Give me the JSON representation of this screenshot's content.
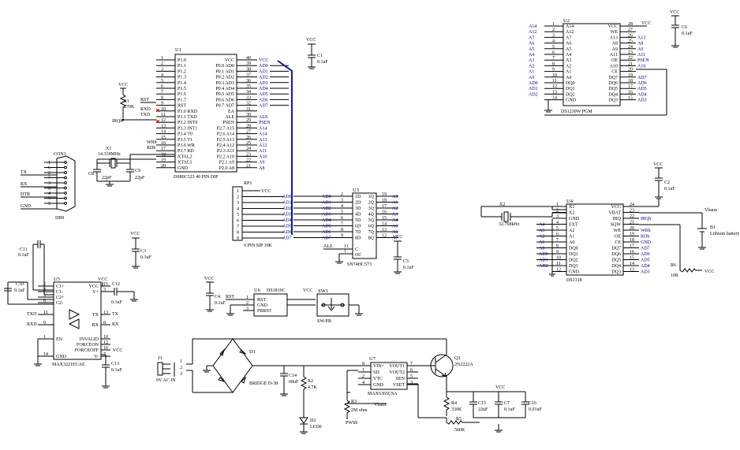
{
  "u1": {
    "ref": "U1",
    "part": "DS80C323 40 PIN DIP",
    "left_pins": [
      {
        "n": "1",
        "name": "P1.0"
      },
      {
        "n": "2",
        "name": "P1.1"
      },
      {
        "n": "3",
        "name": "P1.2"
      },
      {
        "n": "4",
        "name": "P1.3"
      },
      {
        "n": "5",
        "name": "P1.4"
      },
      {
        "n": "6",
        "name": "P1.5"
      },
      {
        "n": "7",
        "name": "P1.6"
      },
      {
        "n": "8",
        "name": "P1.7"
      },
      {
        "n": "9",
        "name": "RST"
      },
      {
        "n": "10",
        "name": "P3.0 RXD"
      },
      {
        "n": "11",
        "name": "P3.1 TXD"
      },
      {
        "n": "12",
        "name": "P3.2 INT0"
      },
      {
        "n": "13",
        "name": "P3.3 INT1"
      },
      {
        "n": "14",
        "name": "P3.4 T0"
      },
      {
        "n": "15",
        "name": "P3.5 T1"
      },
      {
        "n": "16",
        "name": "P3.6 WR"
      },
      {
        "n": "17",
        "name": "P3.7 RD"
      },
      {
        "n": "18",
        "name": "XTAL2"
      },
      {
        "n": "19",
        "name": "XTAL1"
      },
      {
        "n": "20",
        "name": "GND"
      }
    ],
    "right_pins": [
      {
        "n": "40",
        "name": "VCC",
        "net": "VCC"
      },
      {
        "n": "39",
        "name": "P0.0 AD0",
        "net": "AD0"
      },
      {
        "n": "38",
        "name": "P0.1 AD1",
        "net": "AD1"
      },
      {
        "n": "37",
        "name": "P0.2 AD2",
        "net": "AD2"
      },
      {
        "n": "36",
        "name": "P0.3 AD3",
        "net": "AD3"
      },
      {
        "n": "35",
        "name": "P0.4 AD4",
        "net": "AD4"
      },
      {
        "n": "34",
        "name": "P0.5 AD5",
        "net": "AD5"
      },
      {
        "n": "33",
        "name": "P0.6 AD6",
        "net": "AD6"
      },
      {
        "n": "32",
        "name": "P0.7 AD7",
        "net": "AD7"
      },
      {
        "n": "31",
        "name": "EA",
        "net": ""
      },
      {
        "n": "30",
        "name": "ALE",
        "net": "ALE"
      },
      {
        "n": "29",
        "name": "PSEN",
        "net": "PSEN"
      },
      {
        "n": "28",
        "name": "P2.7 A15",
        "net": "A14"
      },
      {
        "n": "27",
        "name": "P2.6 A14",
        "net": "A14"
      },
      {
        "n": "26",
        "name": "P2.5 A13",
        "net": "A13"
      },
      {
        "n": "25",
        "name": "P2.4 A12",
        "net": "A12"
      },
      {
        "n": "24",
        "name": "P2.3 A11",
        "net": "A11"
      },
      {
        "n": "23",
        "name": "P2.2 A10",
        "net": "A10"
      },
      {
        "n": "22",
        "name": "P2.1 A9",
        "net": "A9"
      },
      {
        "n": "21",
        "name": "P2.0 A8",
        "net": "A8"
      }
    ],
    "left_nets": {
      "rst": "RST",
      "rxd": "RXD",
      "txd": "TXD",
      "wrb": "WRb",
      "rdb": "RDb"
    },
    "irq": "IRQb"
  },
  "r1": {
    "ref": "R1",
    "value": "270K",
    "vcc": "VCC"
  },
  "c1": {
    "ref": "C1",
    "value": "0.1uF",
    "vcc": "VCC"
  },
  "x1": {
    "ref": "X1",
    "value": "14.318MHz"
  },
  "c8": {
    "ref": "C8",
    "value": "22pF"
  },
  "c9": {
    "ref": "C9",
    "value": "22pF"
  },
  "con1": {
    "ref": "CON1",
    "part": "DB9",
    "pins": [
      "1",
      "6",
      "2",
      "7",
      "3",
      "8",
      "4",
      "9",
      "5"
    ],
    "nets": [
      "TX",
      "RX",
      "DTR",
      "GND"
    ]
  },
  "rp1": {
    "ref": "RP1",
    "part": "9 PIN SIP 10K",
    "vcc": "VCC",
    "pins": [
      "1",
      "2",
      "3",
      "4",
      "5",
      "6",
      "7",
      "8",
      "9"
    ]
  },
  "u3": {
    "ref": "U3",
    "part": "SN74HC573",
    "d_pins": [
      {
        "n": "2",
        "name": "1D"
      },
      {
        "n": "3",
        "name": "2D"
      },
      {
        "n": "4",
        "name": "3D"
      },
      {
        "n": "5",
        "name": "4D"
      },
      {
        "n": "6",
        "name": "5D"
      },
      {
        "n": "7",
        "name": "6D"
      },
      {
        "n": "8",
        "name": "7D"
      },
      {
        "n": "9",
        "name": "8D"
      }
    ],
    "q_pins": [
      {
        "n": "19",
        "name": "1Q"
      },
      {
        "n": "18",
        "name": "2Q"
      },
      {
        "n": "17",
        "name": "3Q"
      },
      {
        "n": "16",
        "name": "4Q"
      },
      {
        "n": "15",
        "name": "5Q"
      },
      {
        "n": "14",
        "name": "6Q"
      },
      {
        "n": "13",
        "name": "7Q"
      },
      {
        "n": "12",
        "name": "8Q"
      }
    ],
    "c_pin": {
      "n": "11",
      "name": "C"
    },
    "oc_pin": {
      "n": "1",
      "name": "OC"
    },
    "ad_nets": [
      "AD0",
      "AD1",
      "AD2",
      "AD3",
      "AD4",
      "AD5",
      "AD6",
      "AD7"
    ],
    "a_nets": [
      "A0",
      "A1",
      "A2",
      "A3",
      "A4",
      "A5",
      "A6",
      "A7"
    ],
    "ale": "ALE"
  },
  "c5": {
    "ref": "C5",
    "value": "0.1uF",
    "vcc": "VCC"
  },
  "u2": {
    "ref": "U2",
    "part": "DS1230W PGM",
    "left_nets": [
      "A14",
      "A12",
      "A7",
      "A6",
      "A5",
      "A4",
      "A3",
      "A2",
      "A1",
      "A0",
      "AD0",
      "AD1",
      "AD2",
      ""
    ],
    "left_pins": [
      {
        "n": "1",
        "name": "A14"
      },
      {
        "n": "2",
        "name": "A12"
      },
      {
        "n": "3",
        "name": "A7"
      },
      {
        "n": "4",
        "name": "A6"
      },
      {
        "n": "5",
        "name": "A5"
      },
      {
        "n": "6",
        "name": "A4"
      },
      {
        "n": "7",
        "name": "A3"
      },
      {
        "n": "8",
        "name": "A2"
      },
      {
        "n": "9",
        "name": "A1"
      },
      {
        "n": "10",
        "name": "A0"
      },
      {
        "n": "11",
        "name": "DQ0"
      },
      {
        "n": "12",
        "name": "DQ1"
      },
      {
        "n": "13",
        "name": "DQ2"
      },
      {
        "n": "14",
        "name": "GND"
      }
    ],
    "right_pins": [
      {
        "n": "28",
        "name": "VCC"
      },
      {
        "n": "27",
        "name": "WE"
      },
      {
        "n": "26",
        "name": "A13"
      },
      {
        "n": "25",
        "name": "A8"
      },
      {
        "n": "24",
        "name": "A9"
      },
      {
        "n": "23",
        "name": "A11"
      },
      {
        "n": "22",
        "name": "OE"
      },
      {
        "n": "21",
        "name": "A10"
      },
      {
        "n": "20",
        "name": "CE"
      },
      {
        "n": "19",
        "name": "DQ7"
      },
      {
        "n": "18",
        "name": "DQ6"
      },
      {
        "n": "17",
        "name": "DQ5"
      },
      {
        "n": "16",
        "name": "DQ4"
      },
      {
        "n": "15",
        "name": "DQ3"
      }
    ],
    "right_nets": [
      "VCC",
      "",
      "A13",
      "A8",
      "A9",
      "A11",
      "PSEN",
      "A10",
      "",
      "AD7",
      "AD6",
      "AD5",
      "AD4",
      "AD3"
    ]
  },
  "c6": {
    "ref": "C6",
    "value": "0.1uF",
    "vcc": "VCC"
  },
  "c2": {
    "ref": "C2",
    "value": "0.1uF",
    "vcc": "VCC"
  },
  "x2": {
    "ref": "X2",
    "value": "32.768kHz"
  },
  "u4": {
    "ref": "U4",
    "part": "DS1318",
    "left_pins": [
      {
        "n": "1",
        "name": "X1"
      },
      {
        "n": "2",
        "name": "X2"
      },
      {
        "n": "3",
        "name": "GND"
      },
      {
        "n": "4",
        "name": "EXT"
      },
      {
        "n": "5",
        "name": "A2"
      },
      {
        "n": "6",
        "name": "A1"
      },
      {
        "n": "7",
        "name": "A0"
      },
      {
        "n": "8",
        "name": "DQ0"
      },
      {
        "n": "9",
        "name": "DQ1"
      },
      {
        "n": "10",
        "name": "DQ2"
      },
      {
        "n": "11",
        "name": "DQ3"
      },
      {
        "n": "12",
        "name": "GND"
      }
    ],
    "left_nets": [
      "",
      "",
      "",
      "A4",
      "A3",
      "A2",
      "A1",
      "A0",
      "AD0",
      "AD1",
      "AD2",
      ""
    ],
    "right_pins": [
      {
        "n": "24",
        "name": "VCC"
      },
      {
        "n": "23",
        "name": "VBAT"
      },
      {
        "n": "22",
        "name": "IRQ"
      },
      {
        "n": "21",
        "name": "SQW"
      },
      {
        "n": "20",
        "name": "WE"
      },
      {
        "n": "19",
        "name": "OE"
      },
      {
        "n": "18",
        "name": "CE"
      },
      {
        "n": "17",
        "name": "DQ7"
      },
      {
        "n": "16",
        "name": "DQ6"
      },
      {
        "n": "15",
        "name": "DQ5"
      },
      {
        "n": "14",
        "name": "DQ4"
      },
      {
        "n": "13",
        "name": "DQ3"
      }
    ],
    "right_nets": [
      "",
      "",
      "IRQb",
      "",
      "WRb",
      "RDb",
      "GND",
      "AD7",
      "AD6",
      "AD5",
      "AD4",
      "AD3"
    ]
  },
  "b1": {
    "ref": "B1",
    "part": "Lithium battery",
    "net": "Vbaux"
  },
  "r6": {
    "ref": "R6",
    "value": "10K",
    "vcc": "VCC"
  },
  "u5": {
    "ref": "U5",
    "part": "MAX3221ECAE",
    "pins_left": [
      {
        "n": "2",
        "name": "C1+"
      },
      {
        "n": "4",
        "name": "C1-"
      },
      {
        "n": "5",
        "name": "C2+"
      },
      {
        "n": "6",
        "name": "C2-"
      },
      {
        "n": "11",
        "name": ""
      },
      {
        "n": "9",
        "name": ""
      },
      {
        "n": "1",
        "name": "EN"
      },
      {
        "n": "14",
        "name": "GND"
      }
    ],
    "pins_right": [
      {
        "n": "15",
        "name": "VCC"
      },
      {
        "n": "3",
        "name": "V+"
      },
      {
        "n": "13",
        "name": "TX"
      },
      {
        "n": "8",
        "name": "RX"
      },
      {
        "n": "10",
        "name": "INVALID"
      },
      {
        "n": "12",
        "name": "FORCEON"
      },
      {
        "n": "16",
        "name": "FORCEOFF"
      },
      {
        "n": "7",
        "name": "V-"
      }
    ],
    "txd": "TXD",
    "rxd": "RXD",
    "tx": "TX",
    "rx": "RX",
    "vcc": "VCC"
  },
  "c11": {
    "ref": "C11",
    "value": "0.1uF"
  },
  "c10": {
    "ref": "C10",
    "value": "0.1uF"
  },
  "c12": {
    "ref": "C12",
    "value": "0.1uF"
  },
  "c13": {
    "ref": "C13",
    "value": "0.1uF"
  },
  "c3": {
    "ref": "C3",
    "value": "0.1uF",
    "vcc": "VCC"
  },
  "c4": {
    "ref": "C4",
    "value": "0.1uF",
    "vcc": "VCC"
  },
  "u6": {
    "ref": "U6",
    "part": "DS1819C",
    "pins": [
      {
        "n": "1",
        "name": "RST"
      },
      {
        "n": "2",
        "name": "GND"
      },
      {
        "n": "3",
        "name": "PBRST"
      }
    ],
    "rst": "RST",
    "vcc": "VCC"
  },
  "sw1": {
    "ref": "SW1",
    "part": "SW-PB"
  },
  "j1": {
    "ref": "J1",
    "label": "9V AC IN",
    "pins": [
      "1",
      "2",
      "3"
    ]
  },
  "d1": {
    "ref": "D1",
    "part": "BRIDGE D-38"
  },
  "c14": {
    "ref": "C14",
    "value": "68uF"
  },
  "r2": {
    "ref": "R2",
    "value": "4.7K"
  },
  "d2": {
    "ref": "D2",
    "part": "LED0"
  },
  "r3": {
    "ref": "R3",
    "value": "2M ohm",
    "net": "Vbaux",
    "net2": "PWSb"
  },
  "u7": {
    "ref": "U7",
    "part": "MAX6365CSA",
    "left_pins": [
      {
        "n": "8",
        "name": "VIN+"
      },
      {
        "n": "1",
        "name": "SD"
      },
      {
        "n": "2",
        "name": "VTC"
      },
      {
        "n": "4",
        "name": "GND"
      }
    ],
    "right_pins": [
      {
        "n": "7",
        "name": "VOUT1"
      },
      {
        "n": "6",
        "name": "VOUT2"
      },
      {
        "n": "5",
        "name": "SEN"
      },
      {
        "n": "3",
        "name": "VSET"
      }
    ]
  },
  "q1": {
    "ref": "Q1",
    "part": "2N2222A"
  },
  "r4": {
    "ref": "R4",
    "value": "330K"
  },
  "r5": {
    "ref": "R5",
    "value": "560K"
  },
  "c15": {
    "ref": "C15",
    "value": "22uF"
  },
  "c7": {
    "ref": "C7",
    "value": "0.1uF",
    "vcc": "VCC"
  },
  "c16": {
    "ref": "C16",
    "value": "0.01uF"
  }
}
